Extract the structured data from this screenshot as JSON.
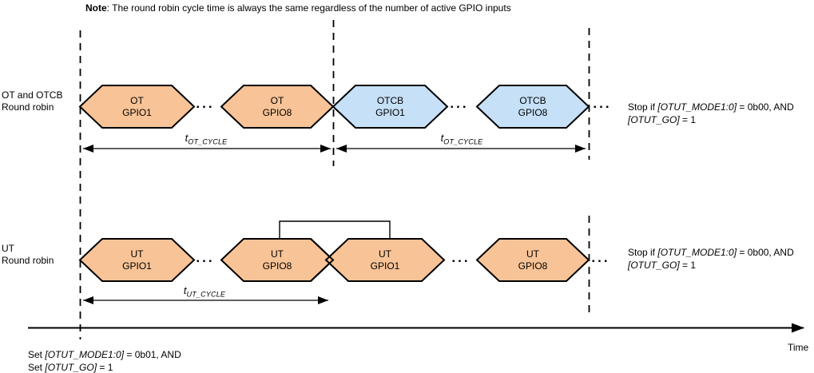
{
  "colors": {
    "orange": "#f8c396",
    "blue": "#c5e0f7",
    "line": "#000000"
  },
  "note": {
    "label": "Note",
    "text": ": The round robin cycle time is always the same regardless of the number of active GPIO inputs"
  },
  "misc": {
    "ellipsis": "..."
  },
  "timing": {
    "t": "t",
    "ot_sub": "OT_CYCLE",
    "ut_sub": "UT_CYCLE"
  },
  "axis": {
    "time": "Time"
  },
  "row1": {
    "label1": "OT and OTCB",
    "label2": "Round robin",
    "hexagons": [
      {
        "l1": "OT",
        "l2": "GPIO1"
      },
      {
        "l1": "OT",
        "l2": "GPIO8"
      },
      {
        "l1": "OTCB",
        "l2": "GPIO1"
      },
      {
        "l1": "OTCB",
        "l2": "GPIO8"
      }
    ],
    "stop": {
      "p1": "Stop if ",
      "reg1": "[OTUT_MODE1:0]",
      "s1": " = 0b00, AND",
      "reg2": "[OTUT_GO]",
      "s2": " = 1"
    }
  },
  "row2": {
    "label1": "UT",
    "label2": "Round robin",
    "hexagons": [
      {
        "l1": "UT",
        "l2": "GPIO1"
      },
      {
        "l1": "UT",
        "l2": "GPIO8"
      },
      {
        "l1": "UT",
        "l2": "GPIO1"
      },
      {
        "l1": "UT",
        "l2": "GPIO8"
      }
    ],
    "stop": {
      "p1": "Stop if ",
      "reg1": "[OTUT_MODE1:0]",
      "s1": " = 0b00, AND",
      "reg2": "[OTUT_GO]",
      "s2": " = 1"
    }
  },
  "bottom": {
    "set": {
      "p1": "Set ",
      "reg1": "[OTUT_MODE1:0]",
      "s1": " = 0b01, AND",
      "p2": "Set ",
      "reg2": "[OTUT_GO]",
      "s2": " = 1"
    }
  }
}
